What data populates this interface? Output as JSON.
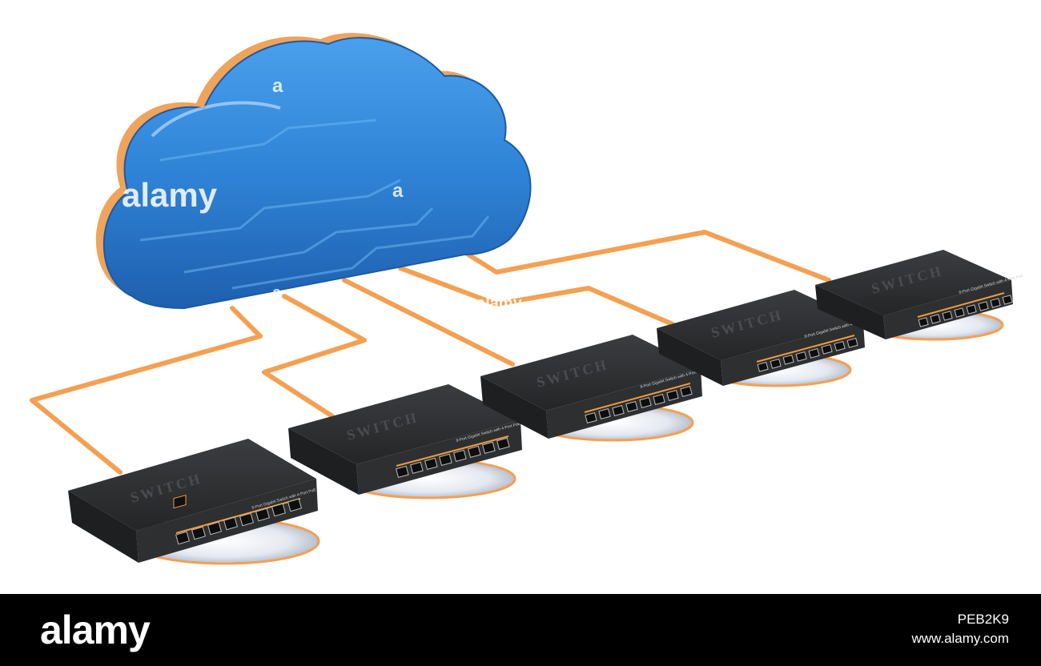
{
  "watermark": {
    "brand": "alamy",
    "mark": "a"
  },
  "device": {
    "label": "SWITCH",
    "model": "8-Port Gigabit Switch with 4-Port PoE"
  },
  "footer": {
    "logo": "alamy",
    "image_id": "PEB2K9",
    "site": "www.alamy.com"
  },
  "colors": {
    "cloud": "#2f83d6",
    "cable": "#f4a052",
    "switch_body": "#2a2c2e",
    "port_led": "#f39a3c"
  },
  "icons": [
    "cloud-icon",
    "network-switch-icon",
    "cable-icon"
  ]
}
